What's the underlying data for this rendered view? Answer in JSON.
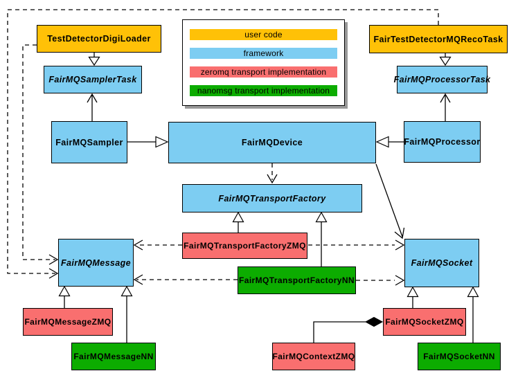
{
  "diagram": {
    "background_color": "#FFFFFF",
    "line_color": "#000000",
    "legend": {
      "items": [
        {
          "label": "user code",
          "color": "#FFC107",
          "category": "user"
        },
        {
          "label": "framework",
          "color": "#7DCDF2",
          "category": "framework"
        },
        {
          "label": "zeromq transport implementation",
          "color": "#F96F6F",
          "category": "zeromq"
        },
        {
          "label": "nanomsg transport implementation",
          "color": "#0CAC00",
          "category": "nanomsg"
        }
      ]
    },
    "nodes": {
      "testDetectorDigiLoader": {
        "label": "TestDetectorDigiLoader",
        "category": "user",
        "abstract": false
      },
      "fairTestDetectorMQRecoTask": {
        "label": "FairTestDetectorMQRecoTask",
        "category": "user",
        "abstract": false
      },
      "fairMQSamplerTask": {
        "label": "FairMQSamplerTask",
        "category": "framework",
        "abstract": true
      },
      "fairMQProcessorTask": {
        "label": "FairMQProcessorTask",
        "category": "framework",
        "abstract": true
      },
      "fairMQSampler": {
        "label": "FairMQSampler",
        "category": "framework",
        "abstract": false
      },
      "fairMQDevice": {
        "label": "FairMQDevice",
        "category": "framework",
        "abstract": false
      },
      "fairMQProcessor": {
        "label": "FairMQProcessor",
        "category": "framework",
        "abstract": false
      },
      "fairMQTransportFactory": {
        "label": "FairMQTransportFactory",
        "category": "framework",
        "abstract": true
      },
      "fairMQTransportFactoryZMQ": {
        "label": "FairMQTransportFactoryZMQ",
        "category": "zeromq",
        "abstract": false
      },
      "fairMQTransportFactoryNN": {
        "label": "FairMQTransportFactoryNN",
        "category": "nanomsg",
        "abstract": false
      },
      "fairMQMessage": {
        "label": "FairMQMessage",
        "category": "framework",
        "abstract": true
      },
      "fairMQSocket": {
        "label": "FairMQSocket",
        "category": "framework",
        "abstract": true
      },
      "fairMQMessageZMQ": {
        "label": "FairMQMessageZMQ",
        "category": "zeromq",
        "abstract": false
      },
      "fairMQMessageNN": {
        "label": "FairMQMessageNN",
        "category": "nanomsg",
        "abstract": false
      },
      "fairMQSocketZMQ": {
        "label": "FairMQSocketZMQ",
        "category": "zeromq",
        "abstract": false
      },
      "fairMQSocketNN": {
        "label": "FairMQSocketNN",
        "category": "nanomsg",
        "abstract": false
      },
      "fairMQContextZMQ": {
        "label": "FairMQContextZMQ",
        "category": "zeromq",
        "abstract": false
      }
    },
    "edges": [
      {
        "from": "TestDetectorDigiLoader",
        "to": "FairMQSamplerTask",
        "type": "generalization",
        "style": "solid"
      },
      {
        "from": "FairTestDetectorMQRecoTask",
        "to": "FairMQProcessorTask",
        "type": "generalization",
        "style": "solid"
      },
      {
        "from": "FairMQSampler",
        "to": "FairMQSamplerTask",
        "type": "inheritance-open-arrow",
        "style": "solid"
      },
      {
        "from": "FairMQProcessor",
        "to": "FairMQProcessorTask",
        "type": "inheritance-open-arrow",
        "style": "solid"
      },
      {
        "from": "FairMQSampler",
        "to": "FairMQDevice",
        "type": "generalization",
        "style": "solid"
      },
      {
        "from": "FairMQProcessor",
        "to": "FairMQDevice",
        "type": "generalization",
        "style": "solid"
      },
      {
        "from": "FairMQDevice",
        "to": "FairMQTransportFactory",
        "type": "dependency",
        "style": "dashed"
      },
      {
        "from": "FairMQDevice",
        "to": "FairMQSocket",
        "type": "association",
        "style": "solid"
      },
      {
        "from": "FairMQTransportFactoryZMQ",
        "to": "FairMQTransportFactory",
        "type": "generalization",
        "style": "solid"
      },
      {
        "from": "FairMQTransportFactoryNN",
        "to": "FairMQTransportFactory",
        "type": "generalization",
        "style": "solid"
      },
      {
        "from": "FairMQTransportFactoryZMQ",
        "to": "FairMQMessage",
        "type": "dependency",
        "style": "dashed"
      },
      {
        "from": "FairMQTransportFactoryNN",
        "to": "FairMQMessage",
        "type": "dependency",
        "style": "dashed"
      },
      {
        "from": "FairMQTransportFactoryZMQ",
        "to": "FairMQSocket",
        "type": "dependency",
        "style": "dashed"
      },
      {
        "from": "FairMQTransportFactoryNN",
        "to": "FairMQSocket",
        "type": "dependency",
        "style": "dashed"
      },
      {
        "from": "TestDetectorDigiLoader",
        "to": "FairMQMessage",
        "type": "dependency",
        "style": "dashed"
      },
      {
        "from": "FairTestDetectorMQRecoTask",
        "to": "FairMQMessage",
        "type": "dependency",
        "style": "dashed"
      },
      {
        "from": "FairMQMessageZMQ",
        "to": "FairMQMessage",
        "type": "generalization",
        "style": "solid"
      },
      {
        "from": "FairMQMessageNN",
        "to": "FairMQMessage",
        "type": "generalization",
        "style": "solid"
      },
      {
        "from": "FairMQSocketZMQ",
        "to": "FairMQSocket",
        "type": "generalization",
        "style": "solid"
      },
      {
        "from": "FairMQSocketNN",
        "to": "FairMQSocket",
        "type": "generalization",
        "style": "solid"
      },
      {
        "from": "FairMQContextZMQ",
        "to": "FairMQSocketZMQ",
        "type": "composition",
        "style": "solid"
      }
    ]
  }
}
